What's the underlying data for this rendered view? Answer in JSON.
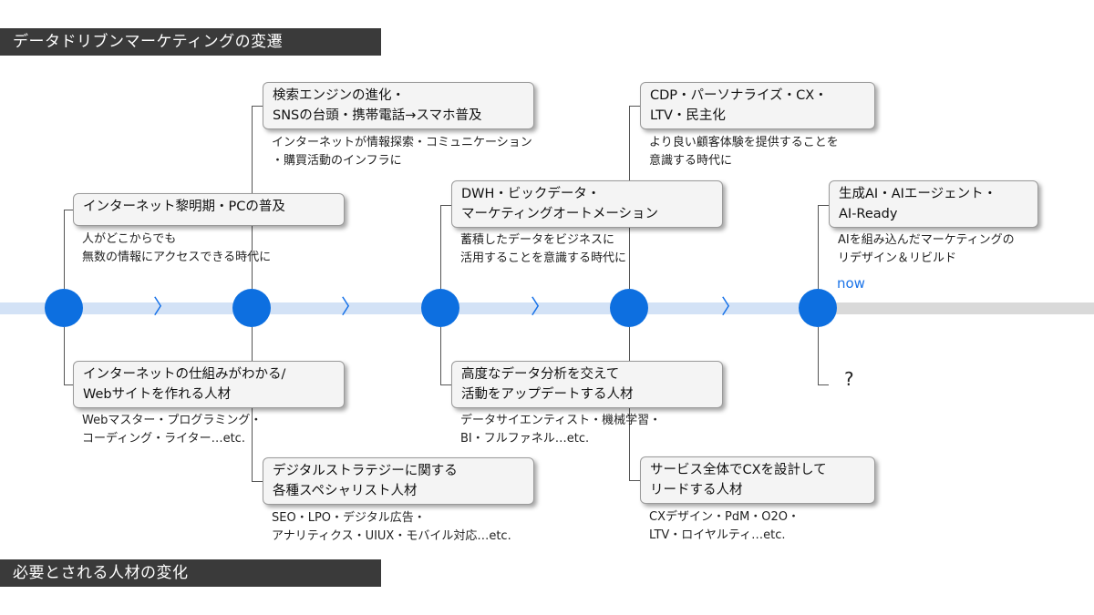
{
  "headers": {
    "top": "データドリブンマーケティングの変遷",
    "bottom": "必要とされる人材の変化"
  },
  "timeline": {
    "now_label": "now",
    "future_marker": "?",
    "chevron": "〉"
  },
  "eras": [
    {
      "title_lines": [
        "インターネット黎明期・PCの普及"
      ],
      "desc_lines": [
        "人がどこからでも",
        "無数の情報にアクセスできる時代に"
      ]
    },
    {
      "title_lines": [
        "検索エンジンの進化・",
        "SNSの台頭・携帯電話→スマホ普及"
      ],
      "desc_lines": [
        "インターネットが情報探索・コミュニケーション",
        "・購買活動のインフラに"
      ]
    },
    {
      "title_lines": [
        "DWH・ビックデータ・",
        "マーケティングオートメーション"
      ],
      "desc_lines": [
        "蓄積したデータをビジネスに",
        "活用することを意識する時代に"
      ]
    },
    {
      "title_lines": [
        "CDP・パーソナライズ・CX・",
        "LTV・民主化"
      ],
      "desc_lines": [
        "より良い顧客体験を提供することを",
        "意識する時代に"
      ]
    },
    {
      "title_lines": [
        "生成AI・AIエージェント・",
        "AI-Ready"
      ],
      "desc_lines": [
        "AIを組み込んだマーケティングの",
        "リデザイン＆リビルド"
      ]
    }
  ],
  "talents": [
    {
      "title_lines": [
        "インターネットの仕組みがわかる/",
        "Webサイトを作れる人材"
      ],
      "desc_lines": [
        "Webマスター・プログラミング・",
        "コーディング・ライター…etc."
      ]
    },
    {
      "title_lines": [
        "デジタルストラテジーに関する",
        "各種スペシャリスト人材"
      ],
      "desc_lines": [
        "SEO・LPO・デジタル広告・",
        "アナリティクス・UIUX・モバイル対応…etc."
      ]
    },
    {
      "title_lines": [
        "高度なデータ分析を交えて",
        "活動をアップデートする人材"
      ],
      "desc_lines": [
        "データサイエンティスト・機械学習・",
        "BI・フルファネル…etc."
      ]
    },
    {
      "title_lines": [
        "サービス全体でCXを設計して",
        "リードする人材"
      ],
      "desc_lines": [
        "CXデザイン・PdM・O2O・",
        "LTV・ロイヤルティ…etc."
      ]
    }
  ]
}
